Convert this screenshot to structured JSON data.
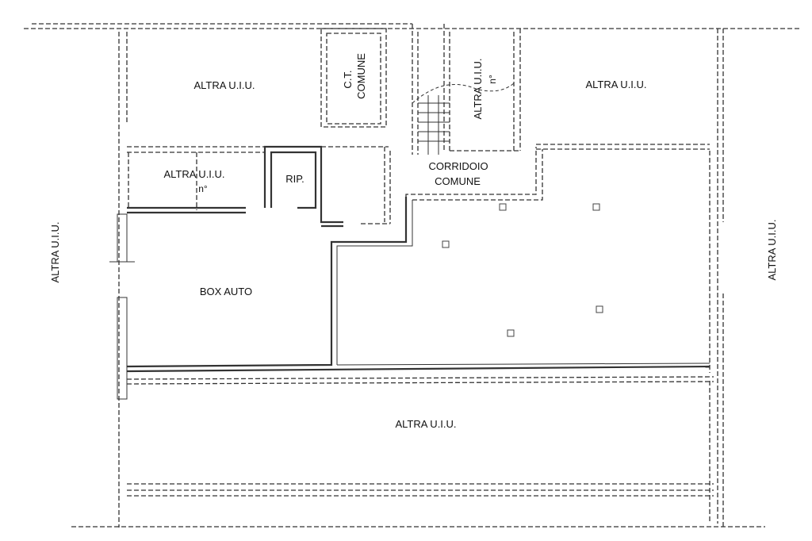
{
  "labels": {
    "altra_top_left": "ALTRA U.I.U.",
    "ct_comune_1": "C.T.",
    "ct_comune_2": "COMUNE",
    "altra_stair_1": "ALTRA U.I.U.",
    "altra_stair_2": "n°",
    "altra_top_right": "ALTRA U.I.U.",
    "altra_mid_left_1": "ALTRA U.I.U.",
    "altra_mid_left_2": "n°",
    "rip": "RIP.",
    "corridoio_1": "CORRIDOIO",
    "corridoio_2": "COMUNE",
    "altra_left_side": "ALTRA U.I.U.",
    "box_auto": "BOX AUTO",
    "altra_right_side": "ALTRA U.I.U.",
    "altra_bottom": "ALTRA U.I.U."
  },
  "colors": {
    "background": "#ffffff",
    "line": "#333333",
    "text": "#111111"
  }
}
